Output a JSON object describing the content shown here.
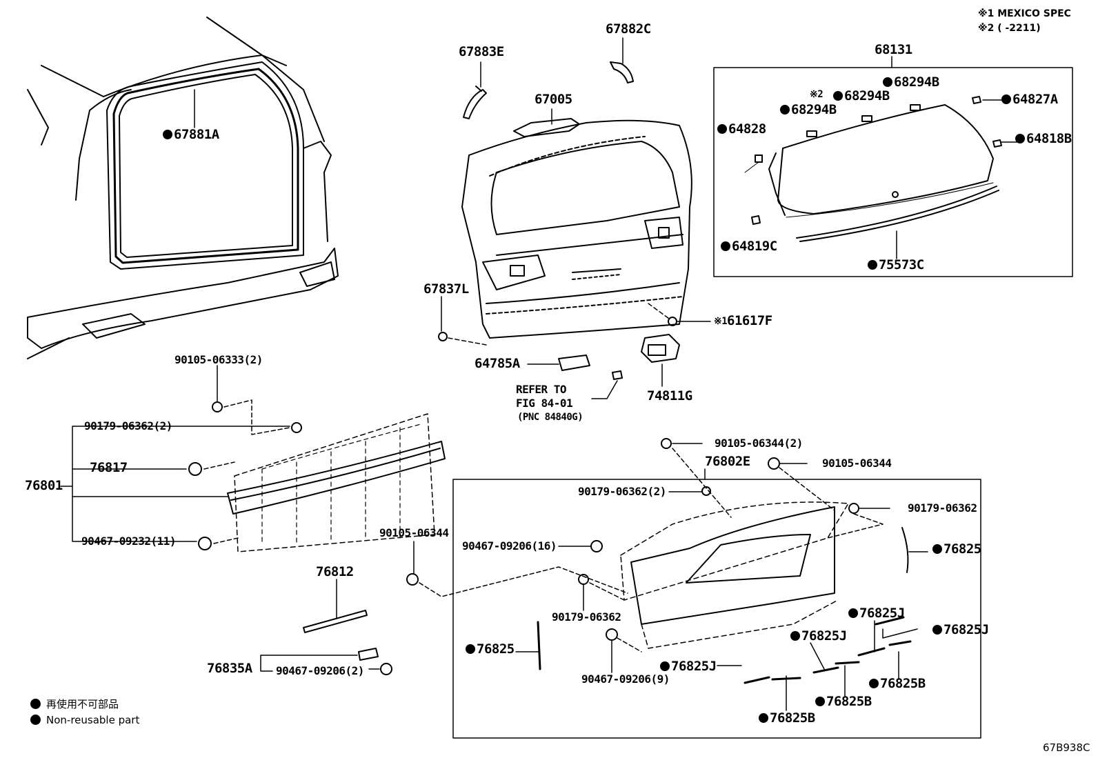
{
  "notes": {
    "note1": "※1 MEXICO SPEC",
    "note2": "※2 (      -2211)"
  },
  "parts": {
    "p67881A": "67881A",
    "p67883E": "67883E",
    "p67882C": "67882C",
    "p67005": "67005",
    "p68131": "68131",
    "p68294B_a": "68294B",
    "p68294B_b": "68294B",
    "p68294B_c": "68294B",
    "note2_mark": "※2",
    "p64827A": "64827A",
    "p64828": "64828",
    "p64818B": "64818B",
    "p64819C": "64819C",
    "p75573C": "75573C",
    "p67837L": "67837L",
    "p61617F": "61617F",
    "note1_mark": "※1",
    "p64785A": "64785A",
    "p74811G": "74811G",
    "refer_line1": "REFER TO",
    "refer_line2": "FIG 84-01",
    "refer_line3": "(PNC 84840G)",
    "p90105_06333": "90105-06333(2)",
    "p90179_06362_2a": "90179-06362(2)",
    "p76817": "76817",
    "p76801": "76801",
    "p90467_09232": "90467-09232(11)",
    "p90105_06344_2": "90105-06344(2)",
    "p76802E": "76802E",
    "p90105_06344_a": "90105-06344",
    "p90179_06362_2b": "90179-06362(2)",
    "p90179_06362_a": "90179-06362",
    "p90467_09206_16": "90467-09206(16)",
    "p76825_a": "76825",
    "p90105_06344_b": "90105-06344",
    "p76812": "76812",
    "p90179_06362_b": "90179-06362",
    "p76825J_a": "76825J",
    "p76825J_b": "76825J",
    "p76825J_c": "76825J",
    "p76825J_d": "76825J",
    "p76825_b": "76825",
    "p76825B_a": "76825B",
    "p76825B_b": "76825B",
    "p76825B_c": "76825B",
    "p90467_09206_9": "90467-09206(9)",
    "p76835A": "76835A",
    "p90467_09206_2": "90467-09206(2)"
  },
  "legend": {
    "jp": "再使用不可部品",
    "en": "Non-reusable part"
  },
  "figure_code": "67B938C"
}
